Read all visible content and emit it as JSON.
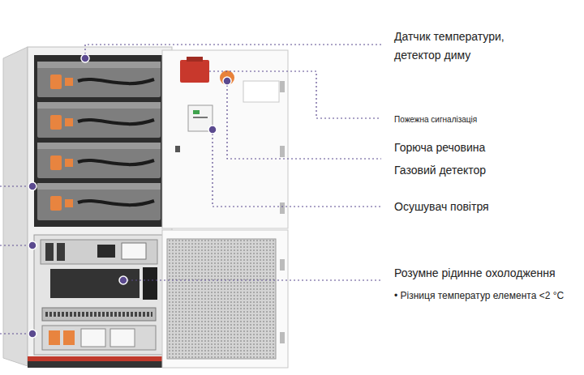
{
  "diagram": {
    "labels": [
      "Датчик температури, детектор диму",
      "Пожежна сигналізація",
      "Горюча речовина",
      "Газовий детектор",
      "Осушувач повітря",
      "Розумне рідинне охолодження",
      "• Різниця температур елемента <2 °C"
    ]
  }
}
